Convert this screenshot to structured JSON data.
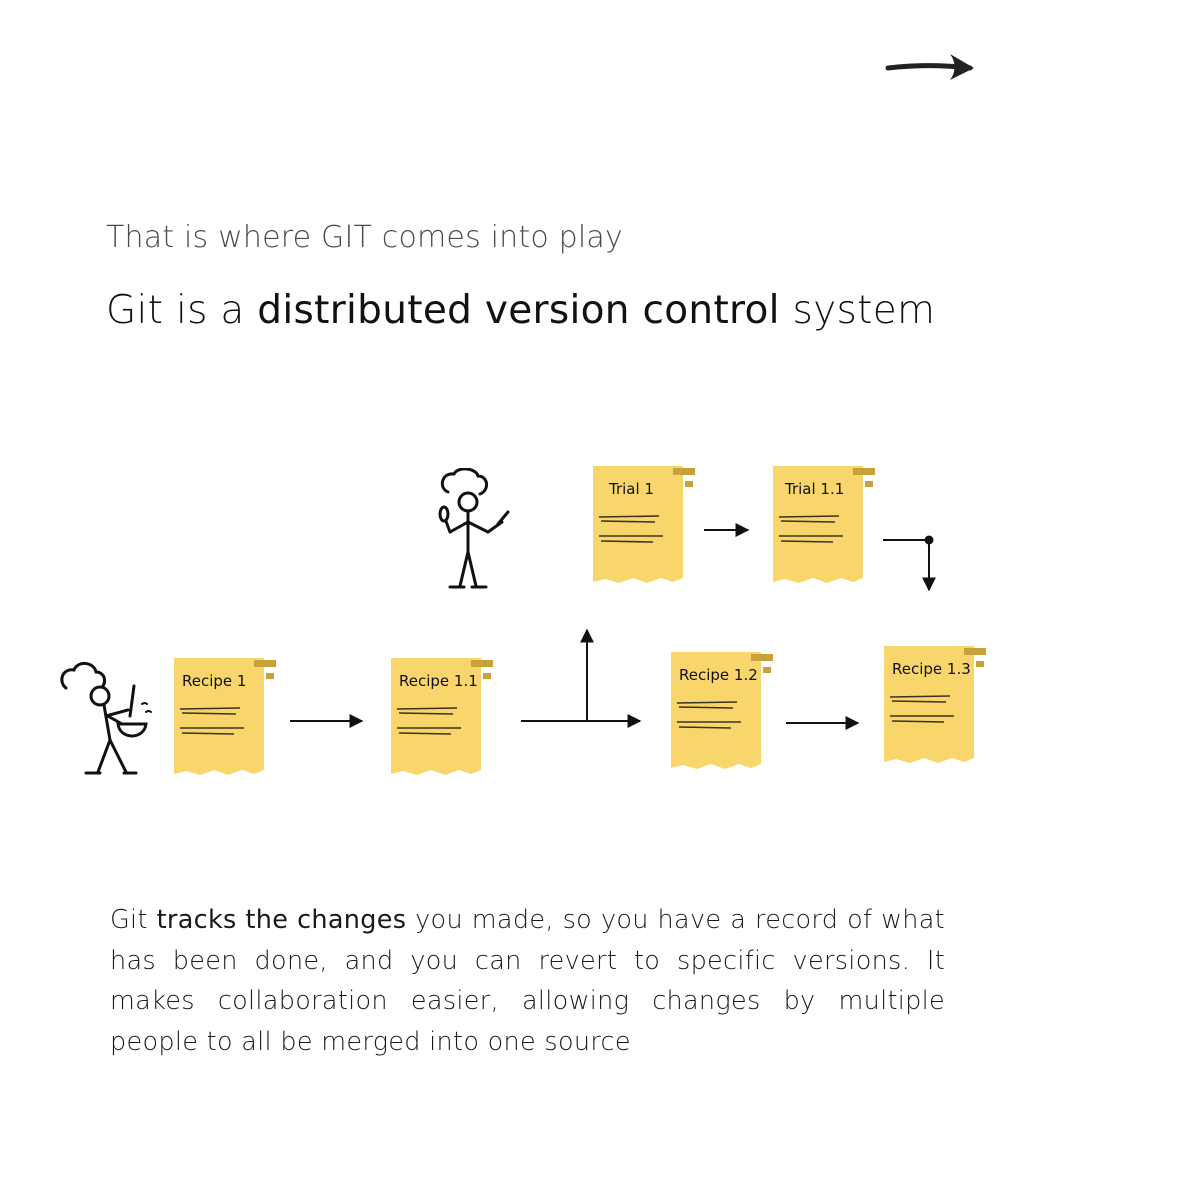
{
  "subtitle": "That is where GIT comes into play",
  "headline": {
    "before": "Git is a ",
    "emphasis": "distributed version control",
    "after": " system"
  },
  "diagram": {
    "nodes": [
      {
        "id": "recipe-1",
        "label": "Recipe 1"
      },
      {
        "id": "recipe-1-1",
        "label": "Recipe 1.1"
      },
      {
        "id": "recipe-1-2",
        "label": "Recipe 1.2"
      },
      {
        "id": "recipe-1-3",
        "label": "Recipe 1.3"
      },
      {
        "id": "trial-1",
        "label": "Trial 1"
      },
      {
        "id": "trial-1-1",
        "label": "Trial 1.1"
      }
    ],
    "edges": [
      {
        "from": "recipe-1",
        "to": "recipe-1-1"
      },
      {
        "from": "recipe-1-1",
        "to": "recipe-1-2"
      },
      {
        "from": "recipe-1-1",
        "to": "trial-1"
      },
      {
        "from": "trial-1",
        "to": "trial-1-1"
      },
      {
        "from": "trial-1-1",
        "to": "recipe-1-3"
      },
      {
        "from": "recipe-1-2",
        "to": "recipe-1-3"
      }
    ],
    "card_color": "#f9d66b",
    "tab_color": "#c9a13a",
    "illustrations": [
      "chef-mixing-bowl-icon",
      "chef-holding-utensils-icon"
    ]
  },
  "description": {
    "lead": "Git ",
    "emphasis": "tracks the changes",
    "rest": " you made, so you have a record of what has been done, and you can revert to specific versions. It makes collaboration easier, allowing changes by multiple people to all be merged into one source"
  }
}
